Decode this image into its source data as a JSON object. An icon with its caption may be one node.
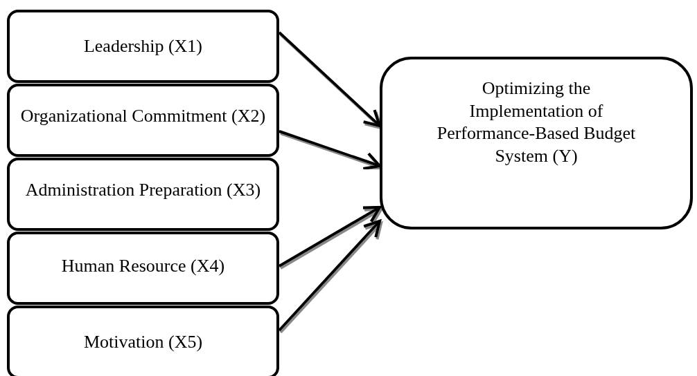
{
  "diagram": {
    "nodes": [
      {
        "text": [
          "Leadership (X1)"
        ]
      },
      {
        "text": [
          "Organizational Commitment (X2)"
        ]
      },
      {
        "text": [
          "Administration Preparation (X3)"
        ]
      },
      {
        "text": [
          "Human Resource (X4)"
        ]
      },
      {
        "text": [
          "Motivation (X5)"
        ]
      },
      {
        "text": [
          "Optimizing the Implementation of Performance-Based Budget System (Y)"
        ]
      }
    ],
    "edges": [
      {
        "from": 0,
        "to": 5,
        "arrow": "to"
      },
      {
        "from": 1,
        "to": 5,
        "arrow": "to"
      },
      {
        "from": 2,
        "to": 5,
        "arrow": "to"
      },
      {
        "from": 3,
        "to": 5,
        "arrow": "to"
      },
      {
        "from": 4,
        "to": 5,
        "arrow": "to"
      }
    ]
  }
}
